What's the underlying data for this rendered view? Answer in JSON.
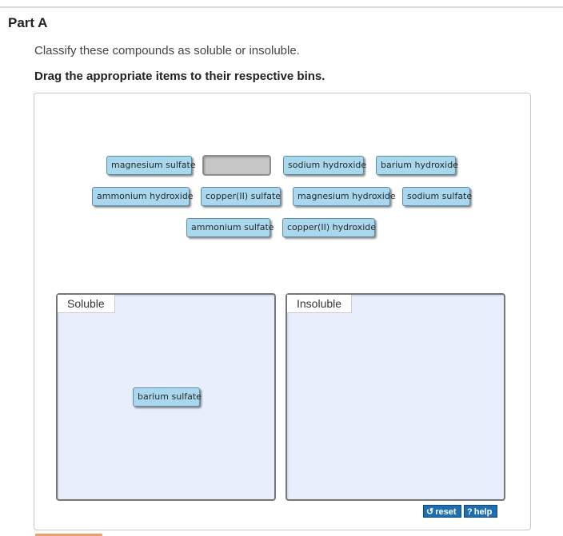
{
  "part": {
    "title": "Part A"
  },
  "question": {
    "instruction": "Classify these compounds as soluble or insoluble.",
    "drag_instruction": "Drag the appropriate items to their respective bins."
  },
  "pool_items": [
    "magnesium sulfate",
    "",
    "sodium hydroxide",
    "barium hydroxide",
    "ammonium hydroxide",
    "copper(II) sulfate",
    "magnesium hydroxide",
    "sodium sulfate",
    "ammonium sulfate",
    "copper(II) hydroxide"
  ],
  "bins": {
    "soluble": {
      "label": "Soluble",
      "items": [
        "barium sulfate"
      ]
    },
    "insoluble": {
      "label": "Insoluble",
      "items": []
    }
  },
  "controls": {
    "reset_label": "reset",
    "help_label": "help",
    "reset_icon": "refresh-icon",
    "help_icon": "question-icon"
  },
  "colors": {
    "chip_fill": "#a9d8ee",
    "bin_fill": "#e8eefc",
    "button_fill": "#1f6fb0"
  }
}
